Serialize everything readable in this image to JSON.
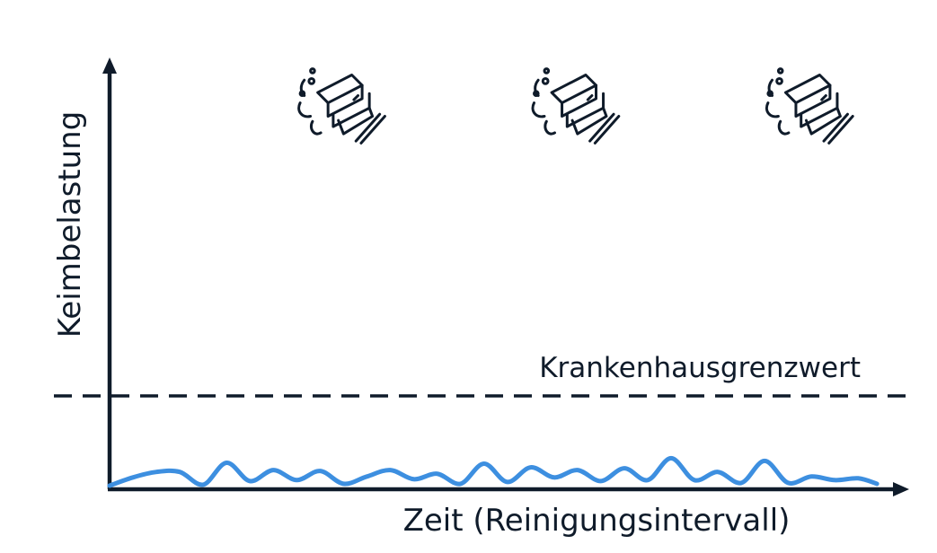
{
  "chart_data": {
    "type": "line",
    "xlabel": "Zeit (Reinigungsintervall)",
    "ylabel": "Keimbelastung",
    "threshold": {
      "label": "Krankenhausgrenzwert",
      "value": 1.0
    },
    "ylim": [
      0,
      1.0
    ],
    "xlim": [
      0,
      25
    ],
    "grid": false,
    "series": [
      {
        "color": "#3d8fe0",
        "x": [
          0,
          0.75,
          1.5,
          2.25,
          3.0,
          3.75,
          4.5,
          5.25,
          6.0,
          6.75,
          7.5,
          8.25,
          9.0,
          9.75,
          10.5,
          11.25,
          12.0,
          12.75,
          13.5,
          14.25,
          15.0,
          15.75,
          16.5,
          17.25,
          18.0,
          18.75,
          19.5,
          20.25,
          21.0,
          21.75,
          22.5,
          23.25,
          24.0,
          24.6
        ],
        "y": [
          0.02,
          0.11,
          0.17,
          0.17,
          0.03,
          0.27,
          0.07,
          0.19,
          0.08,
          0.18,
          0.04,
          0.12,
          0.19,
          0.09,
          0.15,
          0.04,
          0.26,
          0.06,
          0.22,
          0.11,
          0.19,
          0.07,
          0.21,
          0.08,
          0.32,
          0.08,
          0.17,
          0.05,
          0.29,
          0.05,
          0.12,
          0.08,
          0.1,
          0.04
        ]
      }
    ],
    "icons": [
      {
        "name": "mop-icon",
        "x": 7.5
      },
      {
        "name": "mop-icon",
        "x": 15.0
      },
      {
        "name": "mop-icon",
        "x": 22.5
      }
    ]
  }
}
